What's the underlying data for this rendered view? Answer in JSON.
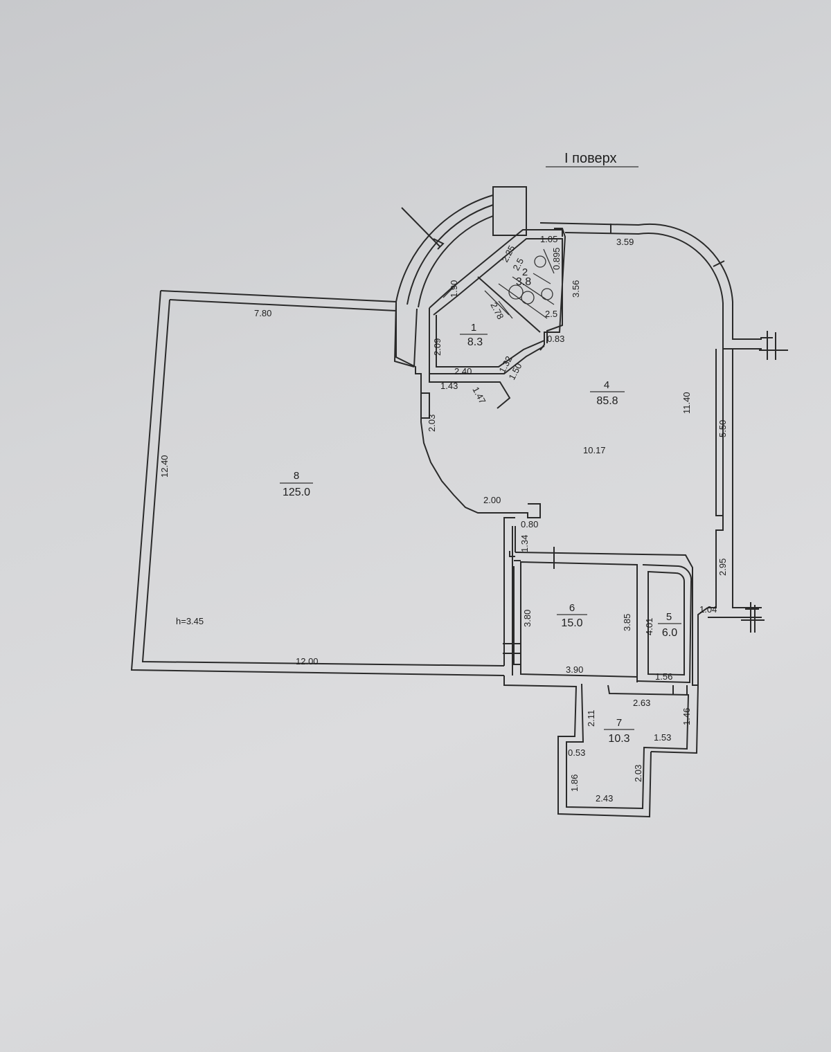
{
  "title": "I поверх",
  "ceiling_height": "h=3.45",
  "rooms": [
    {
      "number": "1",
      "area": "8.3"
    },
    {
      "number": "2",
      "area": "3.8"
    },
    {
      "number": "4",
      "area": "85.8"
    },
    {
      "number": "5",
      "area": "6.0"
    },
    {
      "number": "6",
      "area": "15.0"
    },
    {
      "number": "7",
      "area": "10.3"
    },
    {
      "number": "8",
      "area": "125.0"
    }
  ],
  "dimensions": {
    "room8_top": "7.80",
    "room8_left": "12.40",
    "room8_bottom": "12.00",
    "room1_left": "2.09",
    "room1_bottom": "2.40",
    "room1_diag_top": "1.90",
    "room1_inner": "2.78",
    "room1_right_a": "1.32",
    "room1_right_b": "1.50",
    "room2_top": "2.25",
    "room2_mid": "2.5",
    "room2_bottom": "2.5",
    "room2_right_top": "1.05",
    "room2_right_side": "0.895",
    "room2_side": "3.56",
    "room2_low": "0.83",
    "corr_top": "1.43",
    "corr_diag": "1.47",
    "corr_left": "2.03",
    "corr_bottom": "2.00",
    "room4_top": "3.59",
    "room4_right": "11.40",
    "room4_outer": "5.50",
    "room4_center": "10.17",
    "room4_small_a": "0.80",
    "room4_small_b": "1.34",
    "room4_right_low": "2.95",
    "room4_step": "1.04",
    "room6_left": "3.80",
    "room6_right": "3.85",
    "room6_bottom": "3.90",
    "room5_left": "4.01",
    "room5_bottom": "1.56",
    "room7_top": "2.63",
    "room7_left": "2.11",
    "room7_right": "1.46",
    "room7_step": "1.53",
    "room7_inner": "0.53",
    "room7_low_left": "1.86",
    "room7_low_right": "2.03",
    "room7_bottom": "2.43"
  }
}
